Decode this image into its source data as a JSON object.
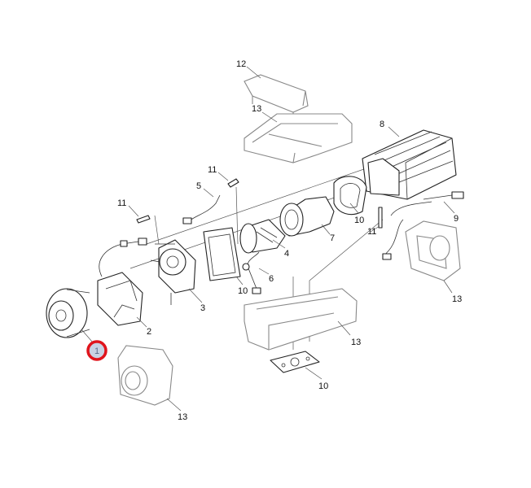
{
  "diagram": {
    "labels": {
      "l12": "12",
      "l13_top": "13",
      "l8": "8",
      "l11_a": "11",
      "l5": "5",
      "l11_b": "11",
      "l10_a": "10",
      "l11_c": "11",
      "l9": "9",
      "l7": "7",
      "l4": "4",
      "l6": "6",
      "l10_b": "10",
      "l3": "3",
      "l2": "2",
      "l13_right": "13",
      "l13_mid": "13",
      "l10_c": "10",
      "l13_bottom": "13"
    },
    "selected_callout": "1",
    "highlight_color": "#e0141c"
  }
}
